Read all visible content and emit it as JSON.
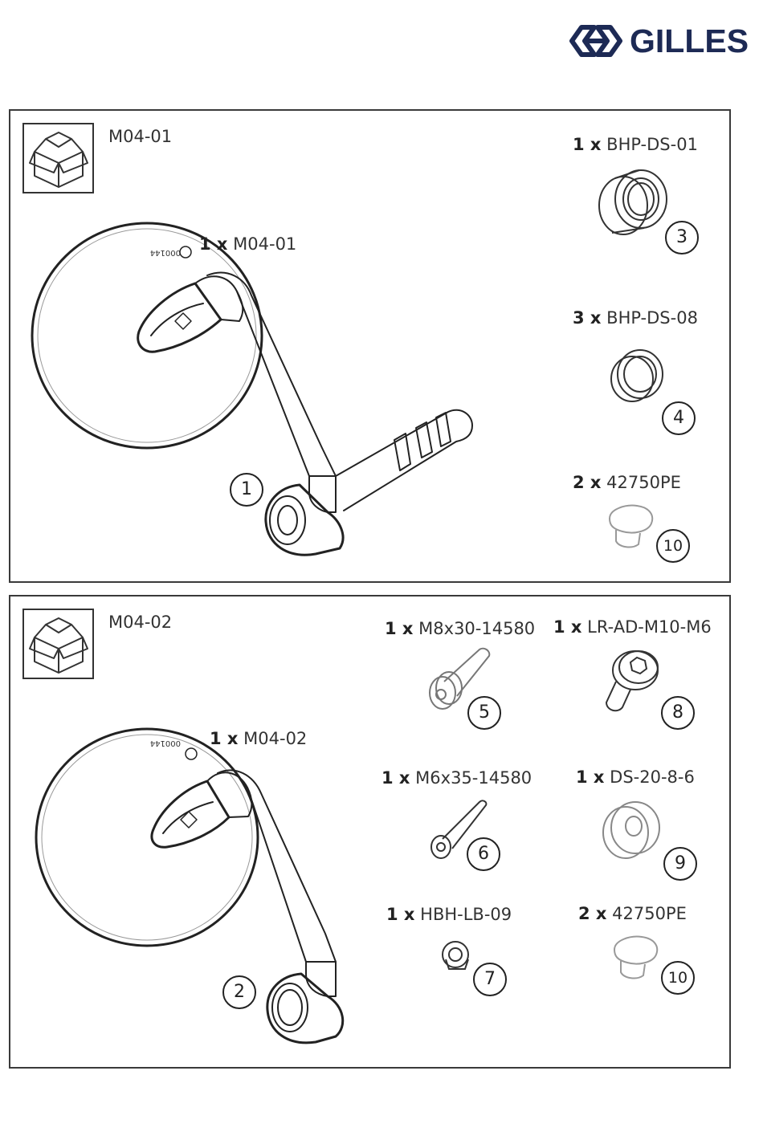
{
  "brand": {
    "name": "GILLES",
    "color": "#1d2a55"
  },
  "icons": {
    "package": "box-icon",
    "logo": "gilles-logo-icon"
  },
  "panels": [
    {
      "code": "M04-01",
      "main": {
        "qty": "1 x",
        "part": "M04-01",
        "callout": "1"
      },
      "items": [
        {
          "qty": "1 x",
          "part": "BHP-DS-01",
          "callout": "3"
        },
        {
          "qty": "3 x",
          "part": "BHP-DS-08",
          "callout": "4"
        },
        {
          "qty": "2 x",
          "part": "42750PE",
          "callout": "10"
        }
      ]
    },
    {
      "code": "M04-02",
      "main": {
        "qty": "1 x",
        "part": "M04-02",
        "callout": "2"
      },
      "items": [
        {
          "qty": "1 x",
          "part": "M8x30-14580",
          "callout": "5"
        },
        {
          "qty": "1 x",
          "part": "LR-AD-M10-M6",
          "callout": "8"
        },
        {
          "qty": "1 x",
          "part": "M6x35-14580",
          "callout": "6"
        },
        {
          "qty": "1 x",
          "part": "DS-20-8-6",
          "callout": "9"
        },
        {
          "qty": "1 x",
          "part": "HBH-LB-09",
          "callout": "7"
        },
        {
          "qty": "2 x",
          "part": "42750PE",
          "callout": "10"
        }
      ]
    }
  ]
}
